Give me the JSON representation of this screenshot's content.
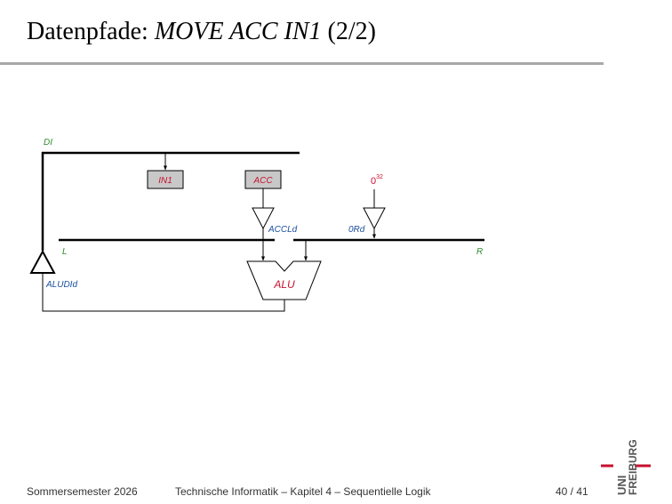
{
  "slide": {
    "title_prefix": "Datenpfade: ",
    "title_italic": "MOVE ACC IN1",
    "title_suffix": " (2/2)"
  },
  "diagram": {
    "bus_di": "DI",
    "bus_l": "L",
    "bus_r": "R",
    "reg_in1": "IN1",
    "reg_acc": "ACC",
    "const_zero": "0",
    "const_exp": "32",
    "ctrl_accld": "ACCLd",
    "ctrl_0rd": "0Rd",
    "ctrl_aludld": "ALUDId",
    "alu": "ALU",
    "colors": {
      "bus_label": "#2e8b2e",
      "register_text": "#c8102e",
      "control_label": "#1a4fa0",
      "register_fill": "#c8c8c8"
    }
  },
  "footer": {
    "semester": "Sommersemester 2026",
    "course": "Technische Informatik –  Kapitel 4 – Sequentielle Logik",
    "page": "40 / 41"
  },
  "logo": {
    "uni": "UNI",
    "city": "FREIBURG"
  }
}
